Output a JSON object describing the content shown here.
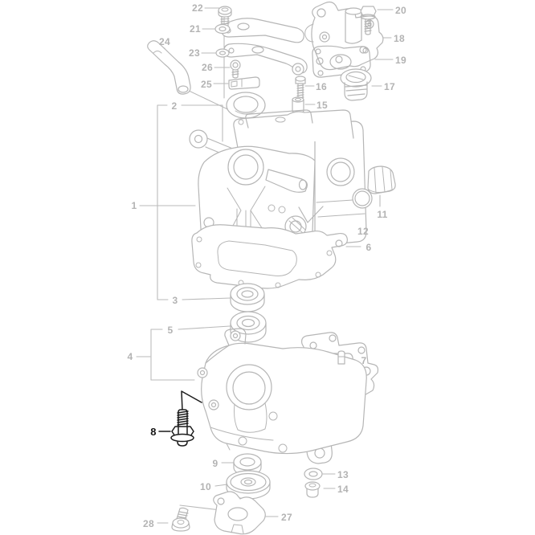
{
  "diagram": {
    "type": "exploded-parts-diagram",
    "highlighted_part_number": "8",
    "colors": {
      "background": "#ffffff",
      "line": "#b6b6b6",
      "label": "#b3b3b3",
      "highlight": "#1c1c1c"
    },
    "parts": [
      {
        "number": "1",
        "shape": "cylinder-head-casting"
      },
      {
        "number": "2",
        "shape": "oil-seal"
      },
      {
        "number": "3",
        "shape": "ball-bearing"
      },
      {
        "number": "4",
        "shape": "crankcase-casting"
      },
      {
        "number": "5",
        "shape": "ball-bearing"
      },
      {
        "number": "6",
        "shape": "gasket"
      },
      {
        "number": "7",
        "shape": "dowel-pin"
      },
      {
        "number": "8",
        "shape": "flange-bolt",
        "highlighted": true
      },
      {
        "number": "9",
        "shape": "oil-seal"
      },
      {
        "number": "10",
        "shape": "sealing-disc"
      },
      {
        "number": "11",
        "shape": "filler-cap"
      },
      {
        "number": "12",
        "shape": "o-ring"
      },
      {
        "number": "13",
        "shape": "sealing-washer"
      },
      {
        "number": "14",
        "shape": "drain-plug"
      },
      {
        "number": "15",
        "shape": "collar"
      },
      {
        "number": "16",
        "shape": "bolt"
      },
      {
        "number": "17",
        "shape": "thermostat"
      },
      {
        "number": "18",
        "shape": "thermostat-bracket"
      },
      {
        "number": "19",
        "shape": "gasket"
      },
      {
        "number": "20",
        "shape": "bolt"
      },
      {
        "number": "21",
        "shape": "washer"
      },
      {
        "number": "22",
        "shape": "screw"
      },
      {
        "number": "23",
        "shape": "washer"
      },
      {
        "number": "24",
        "shape": "rubber-boot"
      },
      {
        "number": "25",
        "shape": "clamp-plate"
      },
      {
        "number": "26",
        "shape": "bolt"
      },
      {
        "number": "27",
        "shape": "bracket-plate"
      },
      {
        "number": "28",
        "shape": "screw"
      }
    ]
  }
}
